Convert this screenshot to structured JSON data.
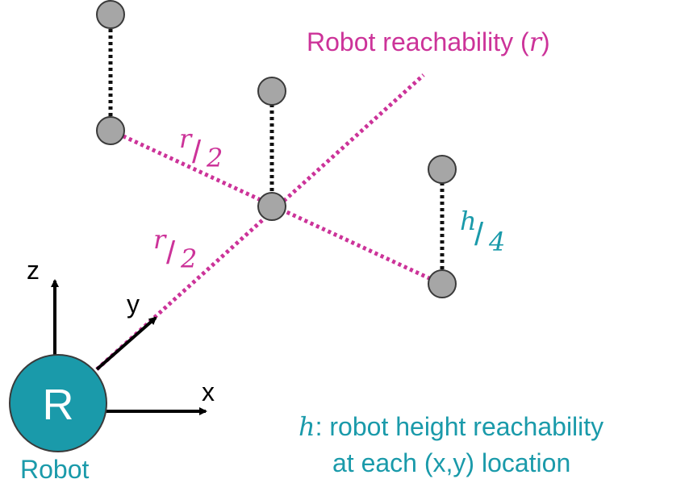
{
  "colors": {
    "magenta": "#cc3399",
    "teal": "#1a9aaa",
    "node_fill": "#a6a6a6",
    "node_stroke": "#3a3a3a",
    "axis": "#000000"
  },
  "title": {
    "prefix": "Robot reachability (",
    "var": "r",
    "suffix": ")"
  },
  "axes": {
    "z": "z",
    "y": "y",
    "x": "x"
  },
  "robot": {
    "letter": "R",
    "label": "Robot"
  },
  "labels": {
    "r_half_upper": {
      "num": "r",
      "den": "2"
    },
    "r_half_lower": {
      "num": "r",
      "den": "2"
    },
    "h_quarter": {
      "num": "h",
      "den": "4"
    }
  },
  "legend": {
    "var": "h",
    "line1": ": robot height reachability",
    "line2": "at each (x,y) location"
  }
}
